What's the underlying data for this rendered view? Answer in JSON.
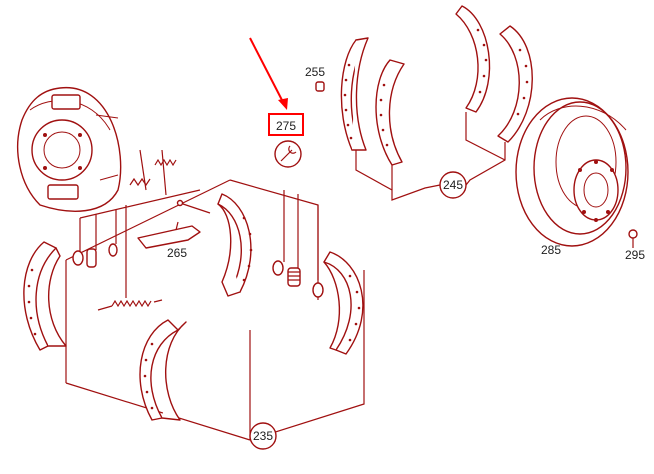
{
  "labels": {
    "part_255": "255",
    "part_275": "275",
    "part_265": "265",
    "part_245": "245",
    "part_285": "285",
    "part_295": "295",
    "part_235": "235"
  },
  "highlight": {
    "target": "275",
    "color": "#ff0000"
  },
  "colors": {
    "line_art": "#a01010",
    "text": "#202020",
    "background": "#ffffff"
  },
  "icons": {
    "tool": "wrench-icon"
  }
}
